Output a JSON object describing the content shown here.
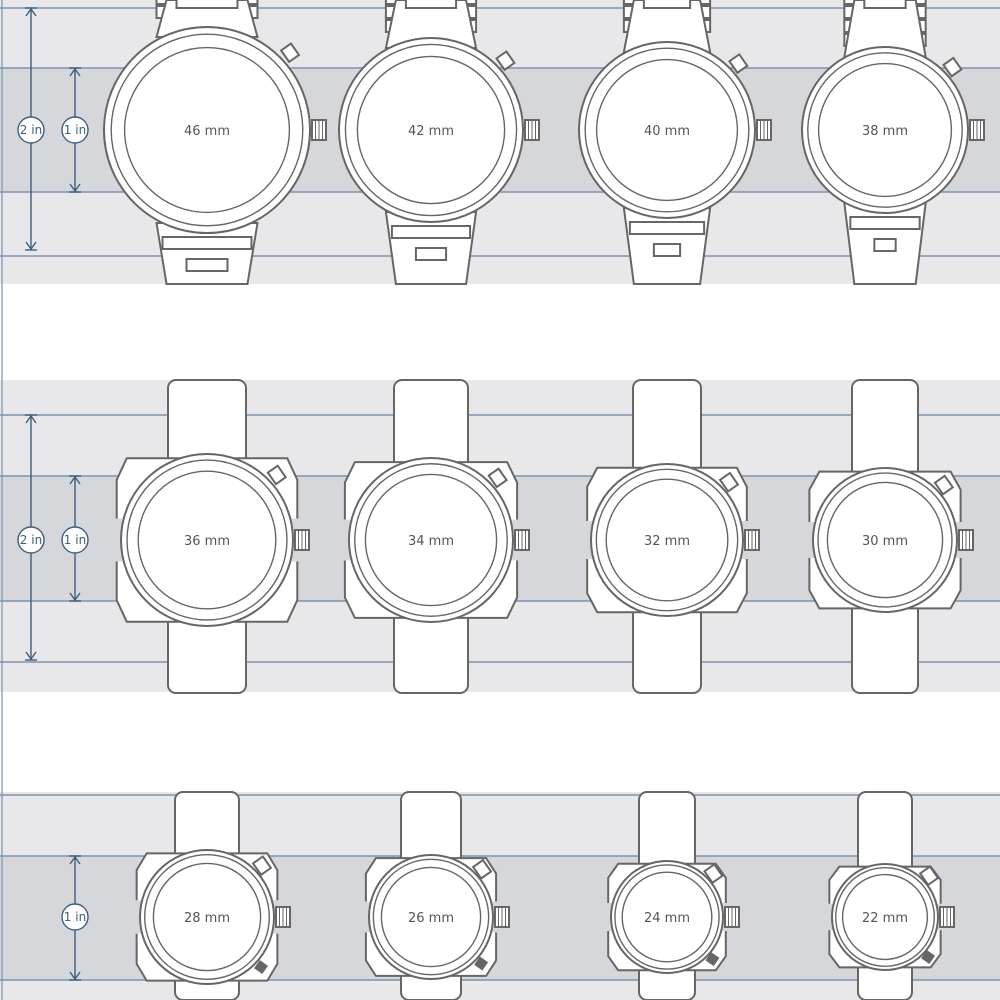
{
  "colors": {
    "band_outer": "#e8e8ea",
    "band_inner": "#d6d7db",
    "band_line": "#7d93ad",
    "ruler": "#3e5e7e",
    "outline": "#666666",
    "fill": "#ffffff"
  },
  "rulers": {
    "one_inch": "1 in",
    "two_inch": "2 in"
  },
  "rows": [
    {
      "strap": "bracelet",
      "rulers": [
        "2 in",
        "1 in"
      ],
      "watches": [
        {
          "label": "46 mm",
          "size_mm": 46
        },
        {
          "label": "42 mm",
          "size_mm": 42
        },
        {
          "label": "40 mm",
          "size_mm": 40
        },
        {
          "label": "38 mm",
          "size_mm": 38
        }
      ]
    },
    {
      "strap": "leather",
      "rulers": [
        "2 in",
        "1 in"
      ],
      "watches": [
        {
          "label": "36 mm",
          "size_mm": 36
        },
        {
          "label": "34 mm",
          "size_mm": 34
        },
        {
          "label": "32 mm",
          "size_mm": 32
        },
        {
          "label": "30 mm",
          "size_mm": 30
        }
      ]
    },
    {
      "strap": "leather",
      "rulers": [
        "1 in"
      ],
      "watches": [
        {
          "label": "28 mm",
          "size_mm": 28
        },
        {
          "label": "26 mm",
          "size_mm": 26
        },
        {
          "label": "24 mm",
          "size_mm": 24
        },
        {
          "label": "22 mm",
          "size_mm": 22
        }
      ]
    }
  ]
}
